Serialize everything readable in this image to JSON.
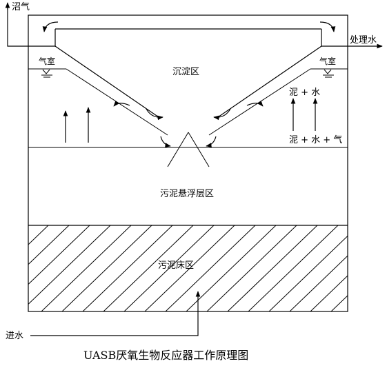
{
  "labels": {
    "biogas": "沼气",
    "treated_water": "处理水",
    "gas_chamber_left": "气室",
    "gas_chamber_right": "气室",
    "settling_zone": "沉淀区",
    "sludge_water": "泥 + 水",
    "sludge_water_gas": "泥 + 水 + 气",
    "suspended_sludge_zone": "污泥悬浮层区",
    "sludge_bed_zone": "污泥床区",
    "water_inlet": "进水"
  },
  "caption": "UASB厌氧生物反应器工作原理图"
}
